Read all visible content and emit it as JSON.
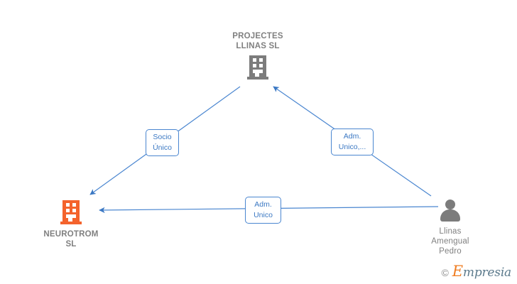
{
  "graph": {
    "background": "#ffffff",
    "edge_color": "#4a86d0",
    "company_color": "#7c7c7c",
    "highlight_company_color": "#f4632c",
    "label_text_color": "#3b78c3",
    "node_text_color": "#808080",
    "nodes": [
      {
        "id": "projectes-llinas-sl",
        "type": "company",
        "label": "PROJECTES\nLLINAS  SL",
        "icon": "building-icon",
        "highlighted": false
      },
      {
        "id": "neurotrom-sl",
        "type": "company",
        "label": "NEUROTROM\nSL",
        "icon": "building-icon",
        "highlighted": true
      },
      {
        "id": "llinas-amengual-pedro",
        "type": "person",
        "label": "Llinas\nAmengual\nPedro",
        "icon": "person-icon",
        "highlighted": false
      }
    ],
    "edges": [
      {
        "id": "edge-projectes-to-neurotrom",
        "label": "Socio\nÚnico",
        "from": "projectes-llinas-sl",
        "to": "neurotrom-sl"
      },
      {
        "id": "edge-pedro-to-projectes",
        "label": "Adm.\nUnico,...",
        "from": "llinas-amengual-pedro",
        "to": "projectes-llinas-sl"
      },
      {
        "id": "edge-pedro-to-neurotrom",
        "label": "Adm.\nUnico",
        "from": "llinas-amengual-pedro",
        "to": "neurotrom-sl"
      }
    ]
  },
  "watermark": {
    "copyright": "©",
    "brand_initial": "E",
    "brand_rest": "mpresia"
  }
}
